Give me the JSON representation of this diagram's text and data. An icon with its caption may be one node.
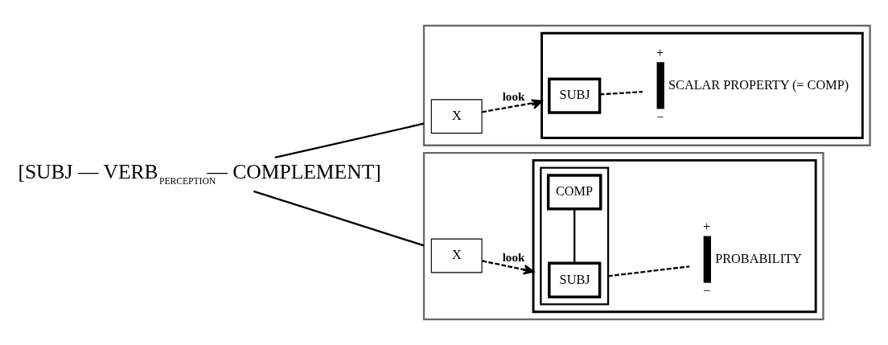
{
  "diagram": {
    "nodes": [
      {
        "text": [
          "[SUBJ — VERB$_{PERCEPTION}$— COMPLEMENT]"
        ]
      },
      {
        "text": [],
        "shape": "box"
      },
      {
        "text": [
          "X"
        ],
        "in": 1
      },
      {
        "text": [],
        "shape": "box",
        "in": 1
      },
      {
        "text": [
          "SUBJ"
        ],
        "in": 3
      },
      {
        "text": [],
        "shape": "bar",
        "in": 3,
        "beside": [
          "+",
          "SCALAR PROPERTY (= COMP)",
          "−"
        ]
      },
      {
        "text": [],
        "shape": "box"
      },
      {
        "text": [
          "X"
        ],
        "in": 6
      },
      {
        "text": [],
        "shape": "box",
        "in": 6
      },
      {
        "text": [],
        "shape": "box",
        "in": 8
      },
      {
        "text": [
          "SUBJ"
        ],
        "in": 9
      },
      {
        "text": [
          "COMP"
        ],
        "in": 9
      },
      {
        "text": [],
        "shape": "bar",
        "in": 8,
        "beside": [
          "+",
          "PROBABILITY",
          "−"
        ]
      }
    ],
    "edges": [
      {
        "from": 0,
        "to": 1,
        "arrow": "none"
      },
      {
        "from": 0,
        "to": 6,
        "arrow": "none"
      },
      {
        "from": 2,
        "to": 3,
        "arrow": "to",
        "style": "dashed",
        "label": "look"
      },
      {
        "from": 4,
        "to": 5,
        "arrow": "none",
        "style": "dashed"
      },
      {
        "from": 7,
        "to": 8,
        "arrow": "to",
        "style": "dashed",
        "label": "look"
      },
      {
        "from": 9,
        "to": 12,
        "arrow": "none",
        "style": "dashed"
      },
      {
        "from": 10,
        "to": 11,
        "arrow": "none"
      }
    ]
  }
}
